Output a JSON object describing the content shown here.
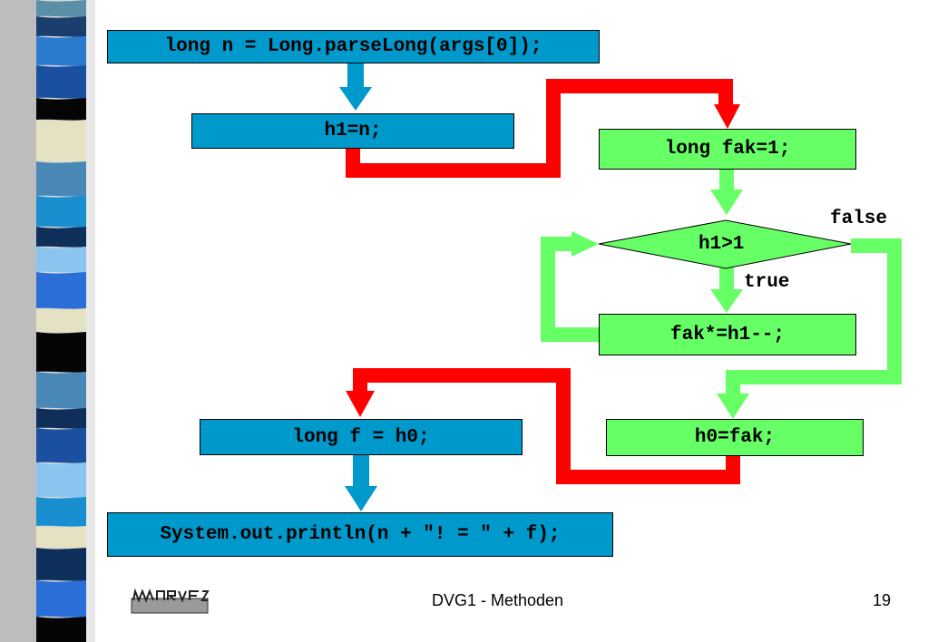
{
  "boxes": {
    "parse": "long n = Long.parseLong(args[0]);",
    "h1_assign": "h1=n;",
    "fak_init": "long fak=1;",
    "condition": "h1>1",
    "fak_mult": "fak*=h1--;",
    "h0_assign": "h0=fak;",
    "f_assign": "long f = h0;",
    "print": "System.out.println(n + \"! = \" + f);"
  },
  "branch_labels": {
    "false": "false",
    "true": "true"
  },
  "footer": {
    "title": "DVG1 - Methoden",
    "page": "19",
    "logo_icon": "institute-logo"
  },
  "colors": {
    "caller_box": "#0099cc",
    "method_box": "#66ff66",
    "caller_arrow": "#0099cc",
    "method_arrow": "#66ff66",
    "call_return_arrow": "#ff0000"
  }
}
